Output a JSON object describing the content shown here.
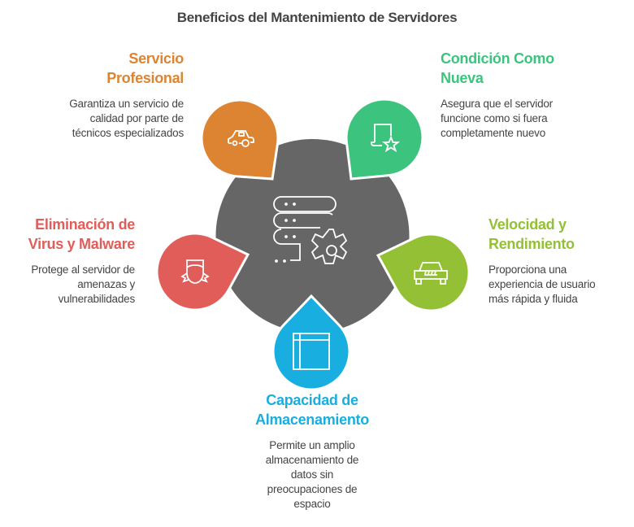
{
  "title": "Beneficios del Mantenimiento de Servidores",
  "center": {
    "icon": "server-gear-icon",
    "color": "#666666"
  },
  "items": [
    {
      "id": "servicio",
      "heading": [
        "Servicio",
        "Profesional"
      ],
      "desc": [
        "Garantiza un servicio de",
        "calidad por parte de",
        "técnicos especializados"
      ],
      "color": "#DC8432",
      "icon": "car-icon"
    },
    {
      "id": "condicion",
      "heading": [
        "Condición Como",
        "Nueva"
      ],
      "desc": [
        "Asegura que el servidor",
        "funcione como si fuera",
        "completamente nuevo"
      ],
      "color": "#3CC47F",
      "icon": "laptop-star-icon"
    },
    {
      "id": "virus",
      "heading": [
        "Eliminación de",
        "Virus y Malware"
      ],
      "desc": [
        "Protege al servidor de",
        "amenazas y",
        "vulnerabilidades"
      ],
      "color": "#E05D5A",
      "icon": "badge-icon"
    },
    {
      "id": "velocidad",
      "heading": [
        "Velocidad y",
        "Rendimiento"
      ],
      "desc": [
        "Proporciona una",
        "experiencia de usuario",
        "más rápida y fluida"
      ],
      "color": "#93C034",
      "icon": "sports-car-icon"
    },
    {
      "id": "capacidad",
      "heading": [
        "Capacidad de",
        "Almacenamiento"
      ],
      "desc": [
        "Permite un amplio",
        "almacenamiento de",
        "datos sin",
        "preocupaciones de",
        "espacio"
      ],
      "color": "#19AEE0",
      "icon": "layout-icon"
    }
  ]
}
